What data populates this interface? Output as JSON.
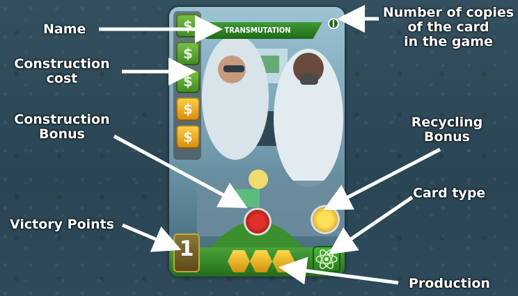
{
  "labels": {
    "name": "Name",
    "copies_line1": "Number of copies",
    "copies_line2": "of the card",
    "copies_line3": "in the game",
    "construction_cost_line1": "Construction",
    "construction_cost_line2": "cost",
    "construction_bonus_line1": "Construction",
    "construction_bonus_line2": "Bonus",
    "recycling_bonus_line1": "Recycling",
    "recycling_bonus_line2": "Bonus",
    "card_type": "Card type",
    "victory_points": "Victory Points",
    "production": "Production"
  },
  "card": {
    "title": "TRANSMUTATION",
    "victory_points": "1",
    "cost": [
      "green",
      "green",
      "green",
      "gold",
      "gold"
    ],
    "production": [
      "gold",
      "gold",
      "gold"
    ],
    "type_icon": "atom-icon",
    "construction_bonus_icon": "red-cube-icon",
    "recycling_bonus_icon": "gold-cube-icon"
  },
  "colors": {
    "background": "#2f4a5a",
    "card_green": "#3e9a30",
    "gold": "#f0b52a",
    "arrow": "#ffffff"
  }
}
